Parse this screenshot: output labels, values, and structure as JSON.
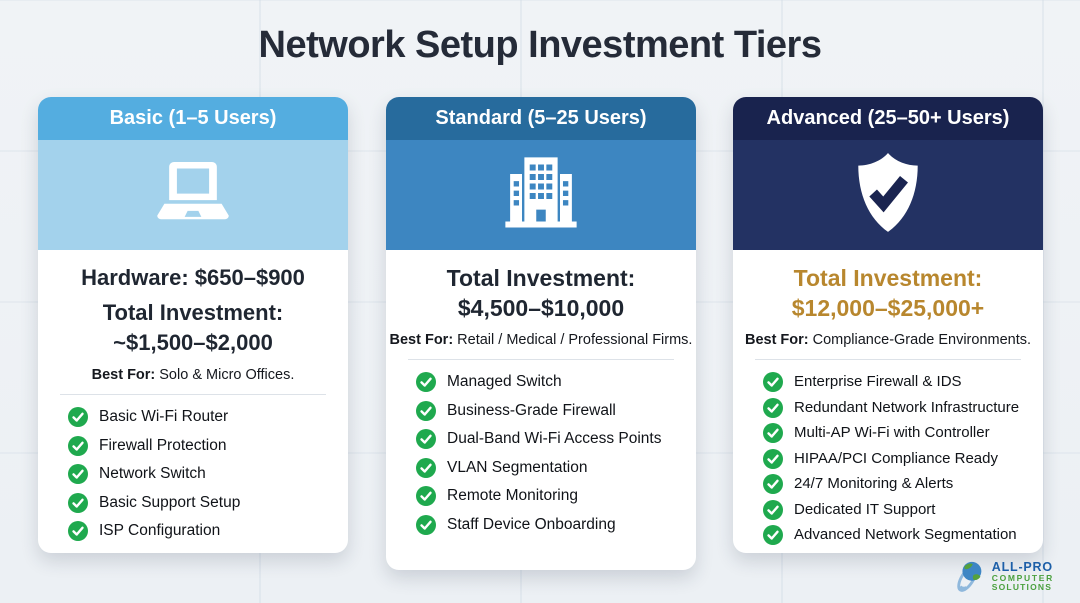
{
  "title": "Network Setup Investment Tiers",
  "tiers": [
    {
      "header": "Basic (1–5 Users)",
      "icon": "laptop-icon",
      "price_line_1": "Hardware: $650–$900",
      "price_line_2": "Total Investment:",
      "price_line_3": "~$1,500–$2,000",
      "best_for_label": "Best For:",
      "best_for_text": "Solo & Micro Offices.",
      "features": [
        "Basic Wi-Fi Router",
        "Firewall Protection",
        "Network Switch",
        "Basic Support Setup",
        "ISP Configuration"
      ],
      "colors": {
        "header_bg": "#54ade0",
        "icon_bg": "#a3d2ec",
        "price_text": "#1f2631"
      }
    },
    {
      "header": "Standard (5–25 Users)",
      "icon": "office-building-icon",
      "price_line_1": "Total Investment:",
      "price_line_2": "$4,500–$10,000",
      "best_for_label": "Best For:",
      "best_for_text": "Retail / Medical / Professional Firms.",
      "features": [
        "Managed Switch",
        "Business-Grade Firewall",
        "Dual-Band Wi-Fi Access Points",
        "VLAN Segmentation",
        "Remote Monitoring",
        "Staff Device Onboarding"
      ],
      "colors": {
        "header_bg": "#276b9d",
        "icon_bg": "#3d86c1",
        "price_text": "#1f2631"
      }
    },
    {
      "header": "Advanced (25–50+ Users)",
      "icon": "shield-check-icon",
      "price_line_1": "Total Investment:",
      "price_line_2": "$12,000–$25,000+",
      "best_for_label": "Best For:",
      "best_for_text": "Compliance-Grade Environments.",
      "features": [
        "Enterprise Firewall & IDS",
        "Redundant Network Infrastructure",
        "Multi-AP Wi-Fi with Controller",
        "HIPAA/PCI Compliance Ready",
        "24/7 Monitoring & Alerts",
        "Dedicated IT Support",
        "Advanced Network Segmentation"
      ],
      "colors": {
        "header_bg": "#19234e",
        "icon_bg": "#233263",
        "price_text": "#b8872e"
      }
    }
  ],
  "check_color": "#1fa94e",
  "logo": {
    "line1": "ALL-PRO",
    "line2": "COMPUTER",
    "line3": "SOLUTIONS"
  }
}
